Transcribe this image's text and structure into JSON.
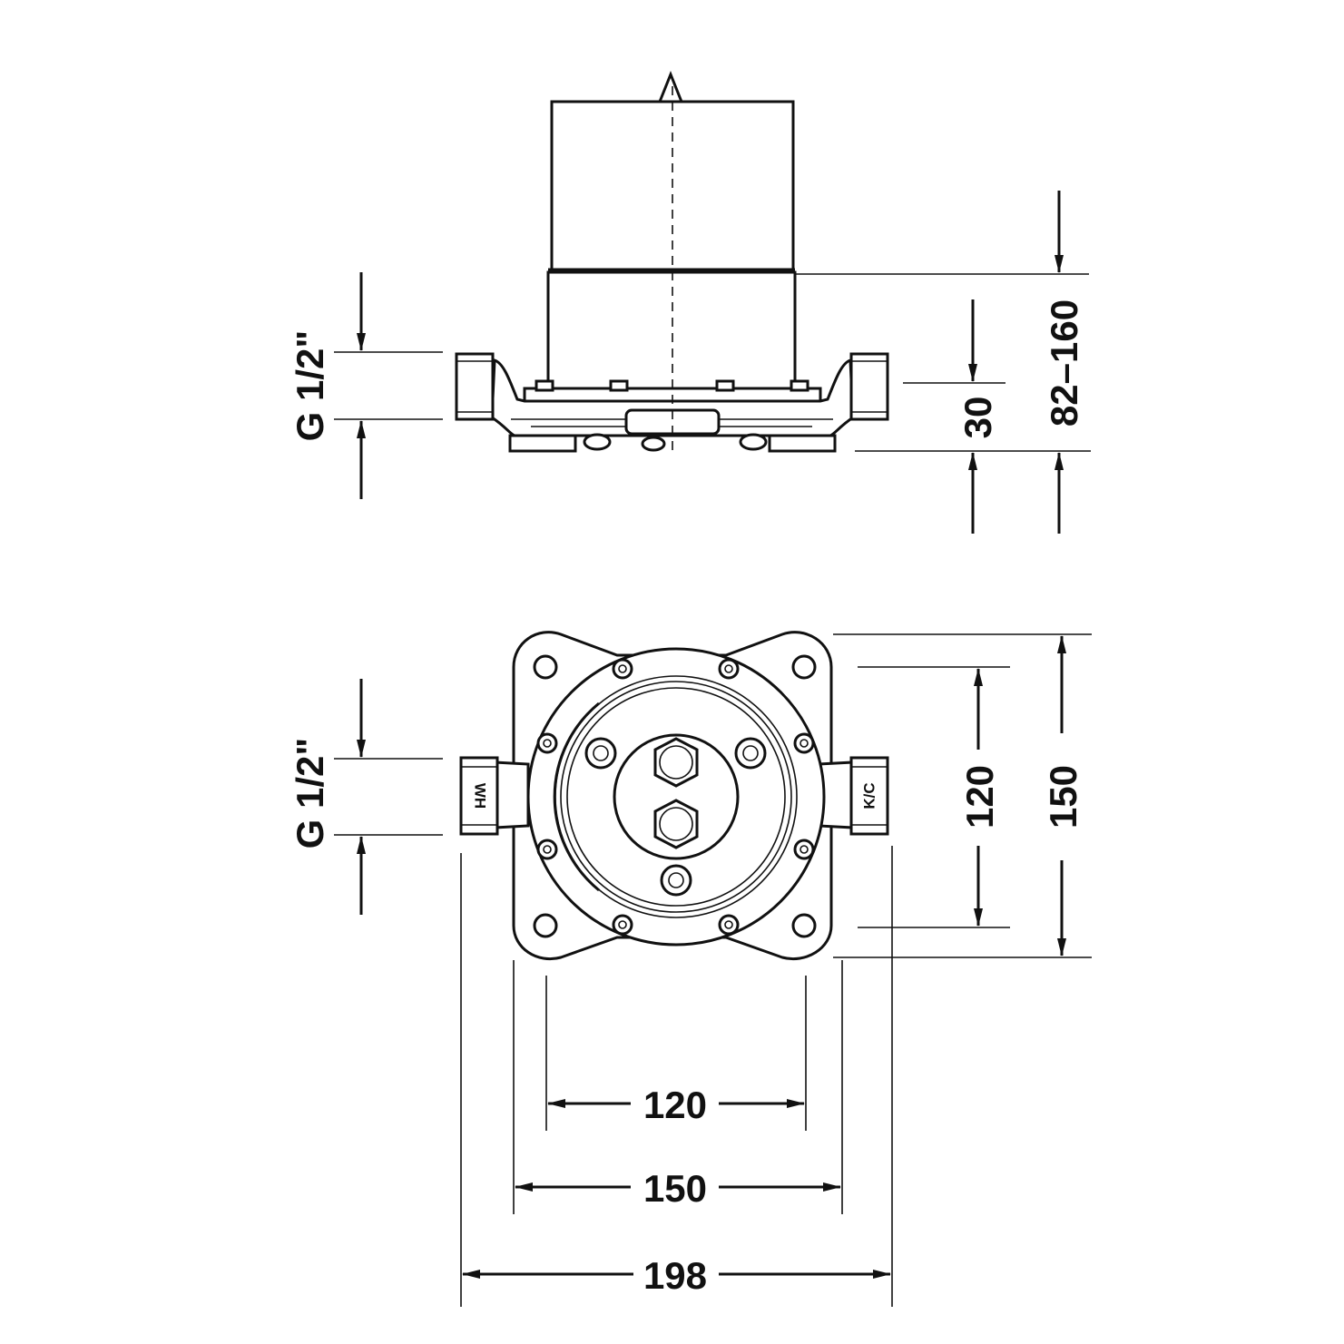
{
  "dimensions": {
    "side_view": {
      "thread_left": "G 1/2\"",
      "connection_height": "30",
      "install_depth": "82–160"
    },
    "top_view": {
      "thread_left": "G 1/2\"",
      "hole_spacing_vertical": "120",
      "flange_height": "150",
      "hole_spacing_horizontal": "120",
      "flange_width": "150",
      "overall_width": "198"
    }
  },
  "markings": {
    "hot": "WH",
    "cold": "K/C"
  },
  "colors": {
    "line": "#111111",
    "background": "#ffffff"
  }
}
